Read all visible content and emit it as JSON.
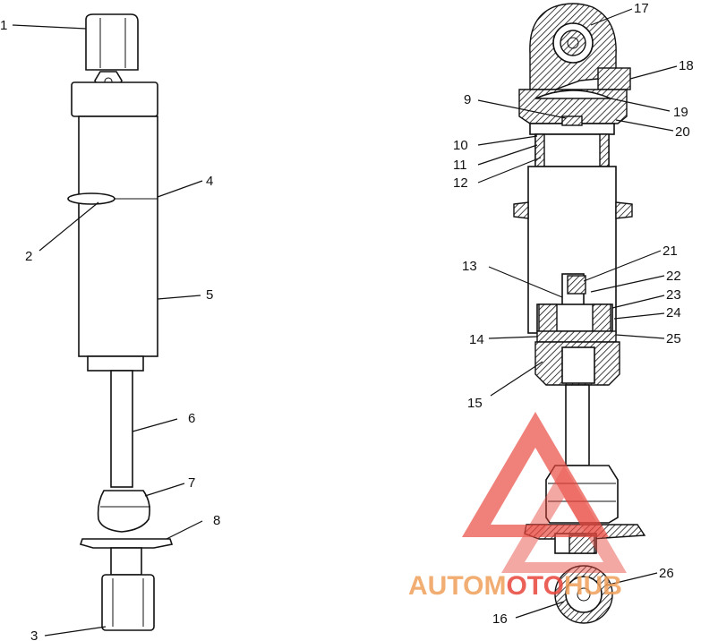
{
  "labels": {
    "l1": "1",
    "l2": "2",
    "l3": "3",
    "l4": "4",
    "l5": "5",
    "l6": "6",
    "l7": "7",
    "l8": "8",
    "l9": "9",
    "l10": "10",
    "l11": "11",
    "l12": "12",
    "l13": "13",
    "l14": "14",
    "l15": "15",
    "l16": "16",
    "l17": "17",
    "l18": "18",
    "l19": "19",
    "l20": "20",
    "l21": "21",
    "l22": "22",
    "l23": "23",
    "l24": "24",
    "l25": "25",
    "l26": "26"
  },
  "watermark": {
    "part1": "AUTOM",
    "part2": "OTO",
    "part3": "HUB",
    "color_primary": "#f0a05a",
    "color_accent": "#e8463c"
  }
}
